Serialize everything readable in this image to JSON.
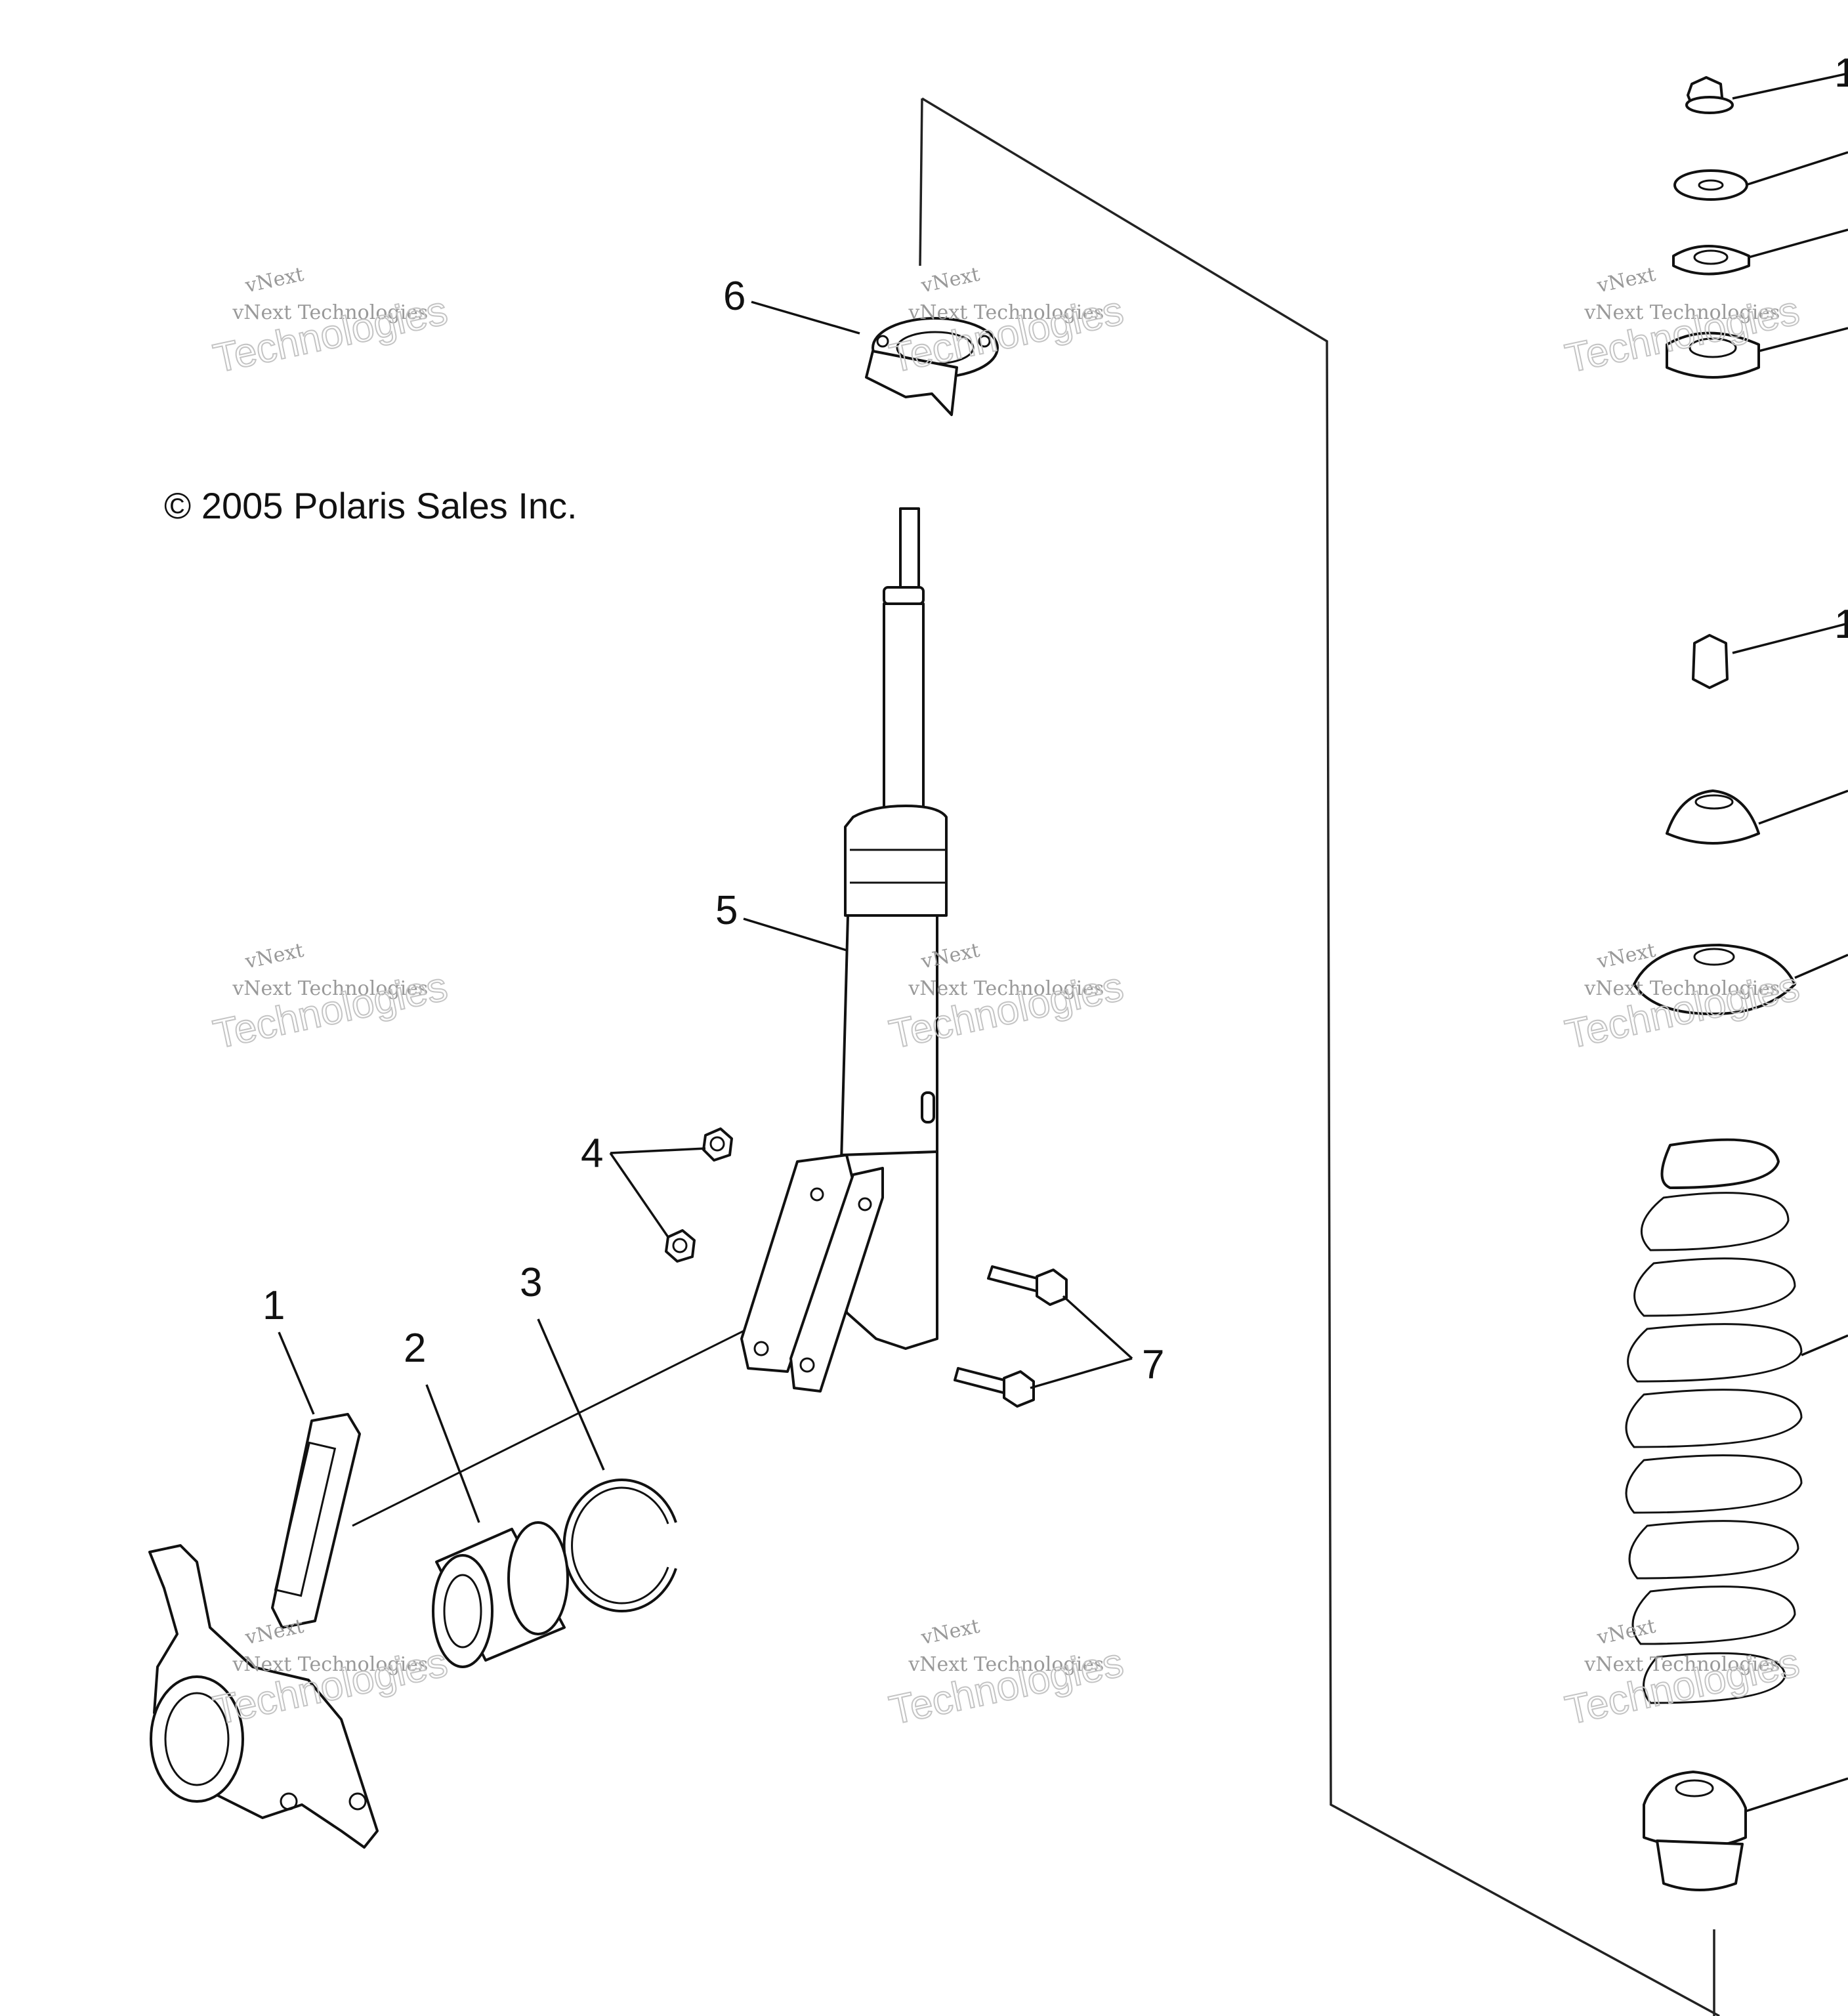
{
  "copyright": "© 2005 Polaris Sales Inc.",
  "watermark": {
    "brand_small": "vNext",
    "line_small": "vNext Technologies",
    "line_large": "Technologies"
  },
  "callouts": {
    "c1": "1",
    "c2": "2",
    "c3": "3",
    "c4": "4",
    "c5": "5",
    "c6": "6",
    "c7": "7",
    "c_right_1": "1",
    "c_right_2": "1"
  },
  "colors": {
    "line": "#111111",
    "watermark": "#999999"
  }
}
